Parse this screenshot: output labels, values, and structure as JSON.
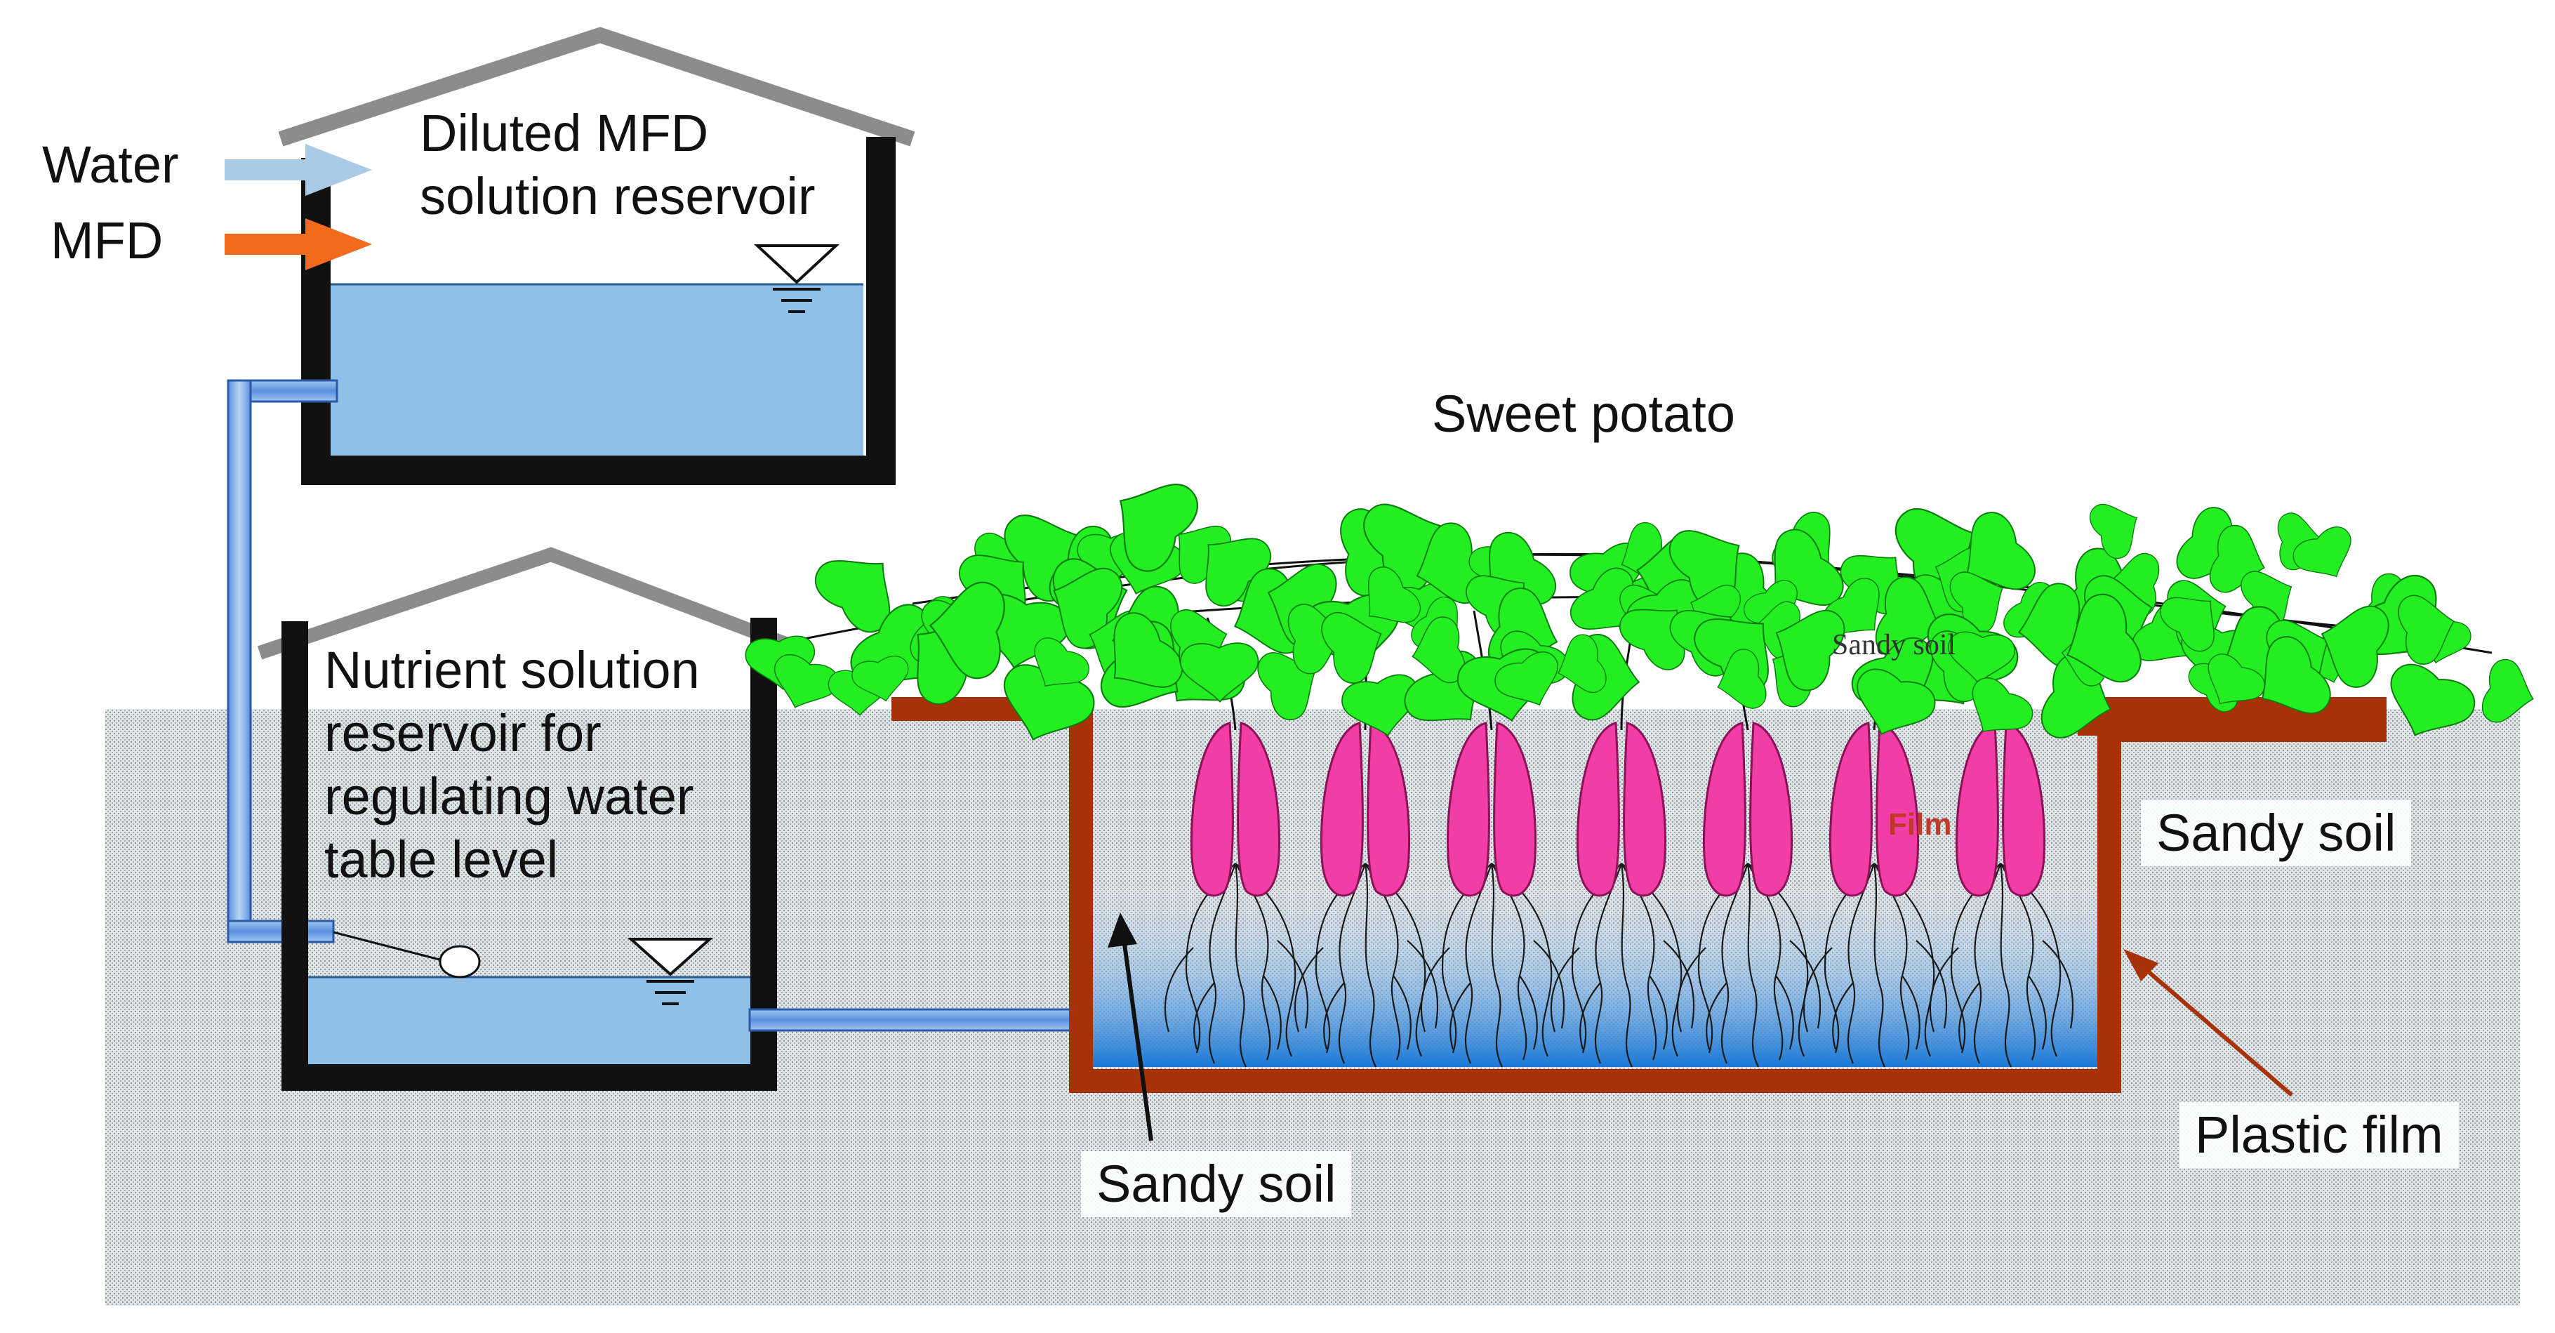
{
  "labels": {
    "water": "Water",
    "mfd": "MFD",
    "upper_reservoir_line1": "Diluted MFD",
    "upper_reservoir_line2": "solution reservoir",
    "lower_reservoir_line1": "Nutrient solution",
    "lower_reservoir_line2": "reservoir for",
    "lower_reservoir_line3": "regulating water",
    "lower_reservoir_line4": "table level",
    "crop": "Sweet potato",
    "sandy_soil_right": "Sandy soil",
    "sandy_soil_bottom": "Sandy soil",
    "plastic_film": "Plastic film",
    "film_inside": "Film",
    "sandy_soil_canopy": "Sandy soil"
  },
  "colors": {
    "water_arrow": "#a9cbe6",
    "mfd_arrow": "#f26a1b",
    "roof": "#8c8c8c",
    "wall": "#111111",
    "water": "#8fc0e8",
    "film": "#a83208",
    "leaf": "#22ee22",
    "tuber": "#f23ca6",
    "soil_bg": "#c9d0d4"
  },
  "icons": [
    "water-level-symbol",
    "float-valve-icon",
    "arrow-icon"
  ]
}
